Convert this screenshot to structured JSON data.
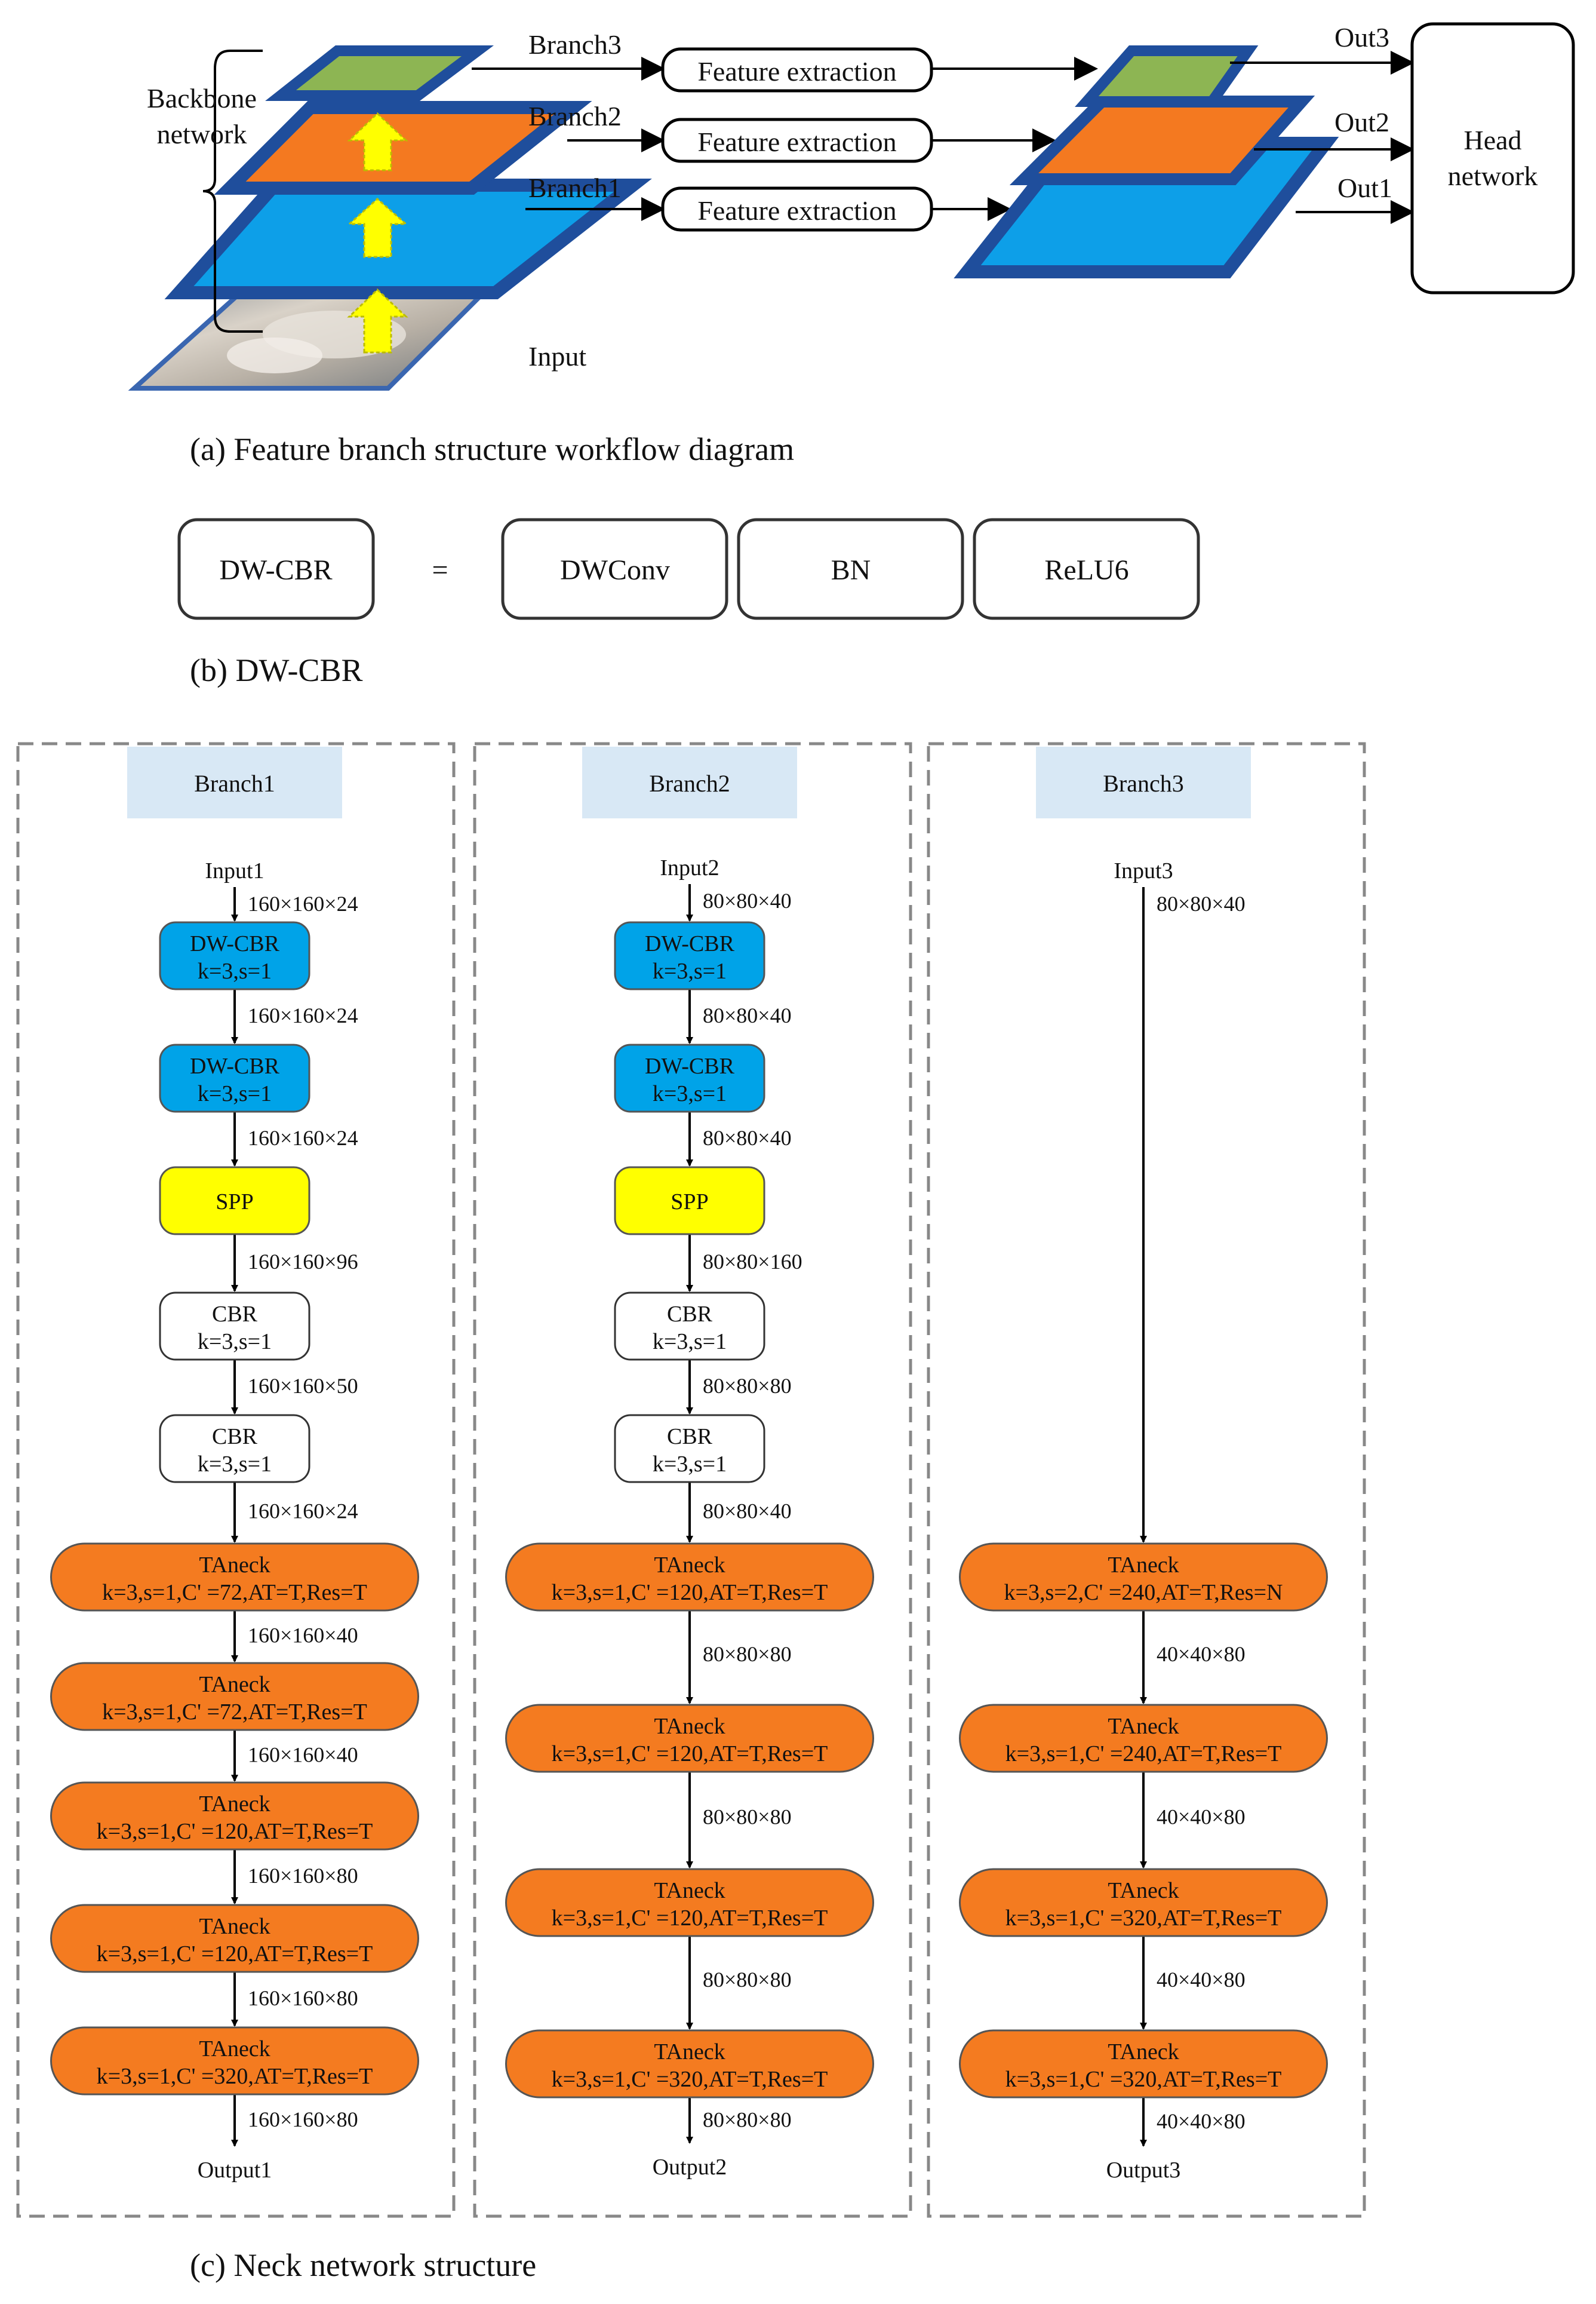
{
  "part_a": {
    "backbone_label": "Backbone network",
    "input_label": "Input",
    "branch_labels": [
      "Branch3",
      "Branch2",
      "Branch1"
    ],
    "feature_extraction": [
      "Feature extraction",
      "Feature extraction",
      "Feature extraction"
    ],
    "out_labels": [
      "Out3",
      "Out2",
      "Out1"
    ],
    "head_label": "Head network",
    "caption": "(a) Feature branch structure workflow diagram"
  },
  "part_b": {
    "lhs": "DW-CBR",
    "equals": "=",
    "components": [
      "DWConv",
      "BN",
      "ReLU6"
    ],
    "caption": "(b) DW-CBR"
  },
  "part_c": {
    "caption": "(c) Neck network structure",
    "branches": [
      {
        "header": "Branch1",
        "input": "Input1",
        "output": "Output1",
        "dims": [
          "160×160×24",
          "160×160×24",
          "160×160×24",
          "160×160×96",
          "160×160×50",
          "160×160×24",
          "160×160×40",
          "160×160×40",
          "160×160×80",
          "160×160×80",
          "160×160×80"
        ],
        "blocks": [
          {
            "type": "dwcbr",
            "l1": "DW-CBR",
            "l2": "k=3,s=1"
          },
          {
            "type": "dwcbr",
            "l1": "DW-CBR",
            "l2": "k=3,s=1"
          },
          {
            "type": "spp",
            "l1": "SPP",
            "l2": ""
          },
          {
            "type": "cbr",
            "l1": "CBR",
            "l2": "k=3,s=1"
          },
          {
            "type": "cbr",
            "l1": "CBR",
            "l2": "k=3,s=1"
          },
          {
            "type": "taneck",
            "l1": "TAneck",
            "l2": "k=3,s=1,C' =72,AT=T,Res=T"
          },
          {
            "type": "taneck",
            "l1": "TAneck",
            "l2": "k=3,s=1,C' =72,AT=T,Res=T"
          },
          {
            "type": "taneck",
            "l1": "TAneck",
            "l2": "k=3,s=1,C' =120,AT=T,Res=T"
          },
          {
            "type": "taneck",
            "l1": "TAneck",
            "l2": "k=3,s=1,C' =120,AT=T,Res=T"
          },
          {
            "type": "taneck",
            "l1": "TAneck",
            "l2": "k=3,s=1,C' =320,AT=T,Res=T"
          }
        ]
      },
      {
        "header": "Branch2",
        "input": "Input2",
        "output": "Output2",
        "dims": [
          "80×80×40",
          "80×80×40",
          "80×80×40",
          "80×80×160",
          "80×80×80",
          "80×80×40",
          "80×80×80",
          "80×80×80",
          "80×80×80",
          "80×80×80"
        ],
        "blocks": [
          {
            "type": "dwcbr",
            "l1": "DW-CBR",
            "l2": "k=3,s=1"
          },
          {
            "type": "dwcbr",
            "l1": "DW-CBR",
            "l2": "k=3,s=1"
          },
          {
            "type": "spp",
            "l1": "SPP",
            "l2": ""
          },
          {
            "type": "cbr",
            "l1": "CBR",
            "l2": "k=3,s=1"
          },
          {
            "type": "cbr",
            "l1": "CBR",
            "l2": "k=3,s=1"
          },
          {
            "type": "taneck",
            "l1": "TAneck",
            "l2": "k=3,s=1,C' =120,AT=T,Res=T"
          },
          {
            "type": "taneck",
            "l1": "TAneck",
            "l2": "k=3,s=1,C' =120,AT=T,Res=T"
          },
          {
            "type": "taneck",
            "l1": "TAneck",
            "l2": "k=3,s=1,C' =120,AT=T,Res=T"
          },
          {
            "type": "taneck",
            "l1": "TAneck",
            "l2": "k=3,s=1,C' =320,AT=T,Res=T"
          }
        ]
      },
      {
        "header": "Branch3",
        "input": "Input3",
        "output": "Output3",
        "dims": [
          "80×80×40",
          "40×40×80",
          "40×40×80",
          "40×40×80",
          "40×40×80"
        ],
        "blocks": [
          {
            "type": "taneck",
            "l1": "TAneck",
            "l2": "k=3,s=2,C' =240,AT=T,Res=N"
          },
          {
            "type": "taneck",
            "l1": "TAneck",
            "l2": "k=3,s=1,C' =240,AT=T,Res=T"
          },
          {
            "type": "taneck",
            "l1": "TAneck",
            "l2": "k=3,s=1,C' =320,AT=T,Res=T"
          },
          {
            "type": "taneck",
            "l1": "TAneck",
            "l2": "k=3,s=1,C' =320,AT=T,Res=T"
          }
        ]
      }
    ]
  },
  "colors": {
    "dwcbr": "#00a3e8",
    "spp": "#ffff00",
    "cbr": "#ffffff",
    "taneck": "#f47b20",
    "branch_header": "#d8e8f5",
    "layer_blue": "#0d9fe8",
    "layer_orange": "#f47920",
    "layer_green": "#8db553",
    "layer_border": "#1f4e9c",
    "arrow_yellow": "#ffff00"
  }
}
